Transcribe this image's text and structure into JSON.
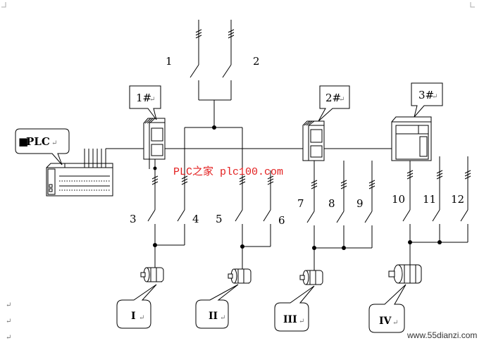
{
  "numbers": {
    "n1": "1",
    "n2": "2",
    "n3": "3",
    "n4": "4",
    "n5": "5",
    "n6": "6",
    "n7": "7",
    "n8": "8",
    "n9": "9",
    "n10": "10",
    "n11": "11",
    "n12": "12"
  },
  "callouts": {
    "plc": "PLC",
    "inv1": "1#",
    "inv2": "2#",
    "inv3": "3#",
    "motor1": "I",
    "motor2": "II",
    "motor3": "III",
    "motor4": "IV"
  },
  "marks": {
    "return": "↵",
    "bullet": "■"
  },
  "watermark": "PLC之家 plc100.com",
  "website": "www.55dianzi.com"
}
